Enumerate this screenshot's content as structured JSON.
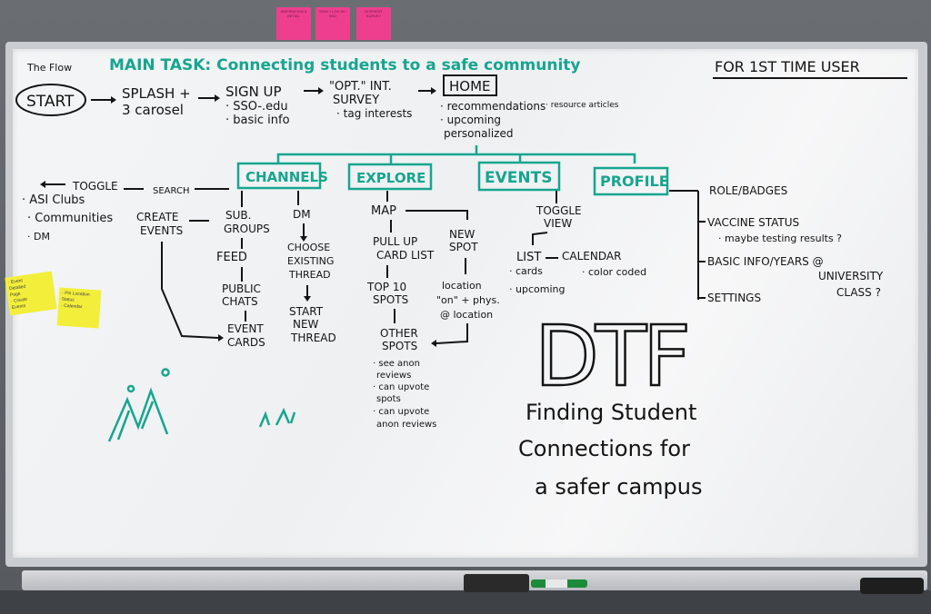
{
  "top_notes": [
    "INSPIRATION & INITIAL",
    "SIGN + LOG IN / SSO",
    "INTEREST SURVEY"
  ],
  "flow_label": "The Flow",
  "main_task": "MAIN TASK: Connecting students to a safe community",
  "first_time": "FOR 1ST TIME USER",
  "start": "START",
  "splash": [
    "SPLASH +",
    "3 carosel"
  ],
  "signup": [
    "SIGN UP",
    "· SSO-.edu",
    "· basic info"
  ],
  "survey": [
    "\"OPT.\" INT.",
    "SURVEY",
    "· tag interests"
  ],
  "home": "HOME",
  "home_items": [
    "· recommendations",
    "· upcoming",
    "personalized"
  ],
  "resource": "· resource articles",
  "tabs": [
    "CHANNELS",
    "EXPLORE",
    "EVENTS",
    "PROFILE"
  ],
  "toggle": "TOGGLE",
  "search": "SEARCH",
  "toggle_items": [
    "· ASI Clubs",
    "· Communities",
    "· DM"
  ],
  "create_events": [
    "CREATE",
    "EVENTS"
  ],
  "sub_groups": [
    "SUB.",
    "GROUPS"
  ],
  "feed": "FEED",
  "public_chats": [
    "PUBLIC",
    "CHATS"
  ],
  "event_cards": [
    "EVENT",
    "CARDS"
  ],
  "dm": "DM",
  "choose_thread": [
    "CHOOSE",
    "EXISTING",
    "THREAD"
  ],
  "start_thread": [
    "START",
    "NEW",
    "THREAD"
  ],
  "map": "MAP",
  "pull_up": [
    "PULL UP",
    "CARD LIST"
  ],
  "new_spot": [
    "NEW",
    "SPOT"
  ],
  "location": [
    "location",
    "\"on\" + phys.",
    "@ location"
  ],
  "top_spots": [
    "TOP 10",
    "SPOTS"
  ],
  "other_spots": [
    "OTHER",
    "SPOTS"
  ],
  "other_items": [
    "· see anon",
    "reviews",
    "· can upvote",
    "spots",
    "· can upvote",
    "anon reviews"
  ],
  "toggle_view": [
    "TOGGLE",
    "VIEW"
  ],
  "list": "LIST",
  "calendar": "CALENDAR",
  "list_items": [
    "· cards",
    "· upcoming"
  ],
  "color_coded": "· color coded",
  "profile_items": [
    "ROLE/BADGES",
    "VACCINE STATUS",
    "· maybe testing results ?",
    "BASIC INFO/YEARS @",
    "UNIVERSITY",
    "CLASS ?",
    "SETTINGS"
  ],
  "dtf": "DTF",
  "tagline": [
    "Finding Student",
    "Connections for",
    "a safer campus"
  ],
  "side_notes": [
    [
      "· Event",
      "Detailed",
      "Page",
      "· Create",
      "Events"
    ],
    [
      "· Pin Location",
      "Status",
      "· Calendar"
    ]
  ],
  "colors": {
    "teal": "#17a58f",
    "ink": "#141414",
    "sticky_pink": "#ee3f8f",
    "sticky_yellow": "#f3ee3a"
  }
}
